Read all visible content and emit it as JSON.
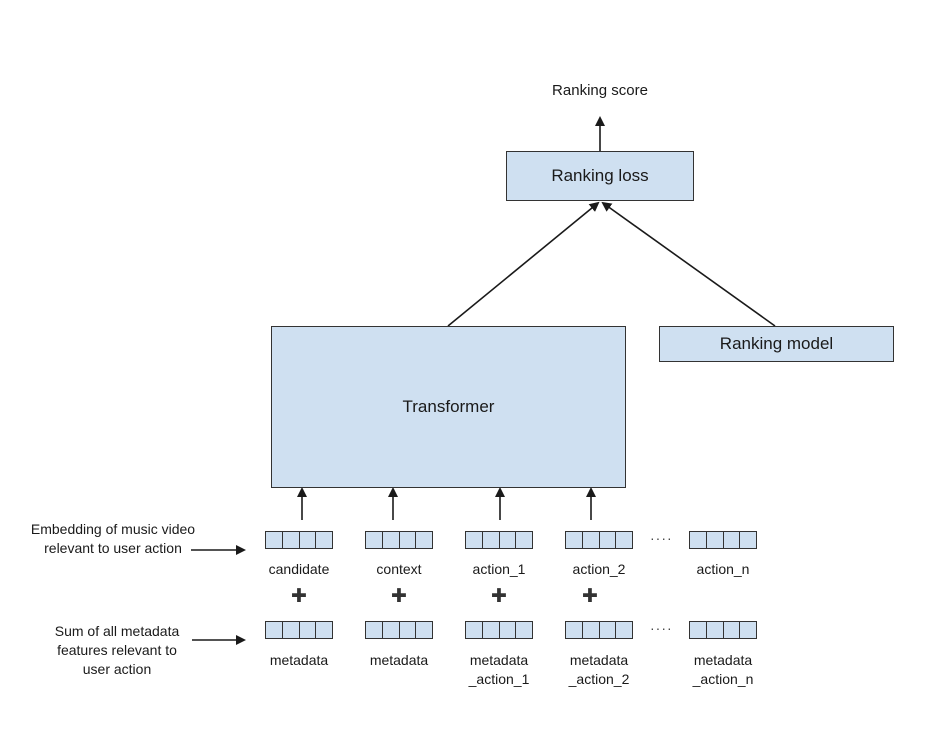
{
  "top_label": "Ranking score",
  "ranking_loss": "Ranking loss",
  "ranking_model": "Ranking model",
  "transformer": "Transformer",
  "left_notes": {
    "embedding": "Embedding of music video relevant to user action",
    "metadata": "Sum of all metadata features relevant to user action"
  },
  "columns": [
    {
      "top": "candidate",
      "bottom": "metadata"
    },
    {
      "top": "context",
      "bottom": "metadata"
    },
    {
      "top": "action_1",
      "bottom": "metadata _action_1"
    },
    {
      "top": "action_2",
      "bottom": "metadata _action_2"
    },
    {
      "top": "action_n",
      "bottom": "metadata _action_n"
    }
  ],
  "ellipsis": "····",
  "plus_symbol": "✚",
  "colors": {
    "box_fill": "#cfe0f1",
    "stroke": "#333333"
  }
}
